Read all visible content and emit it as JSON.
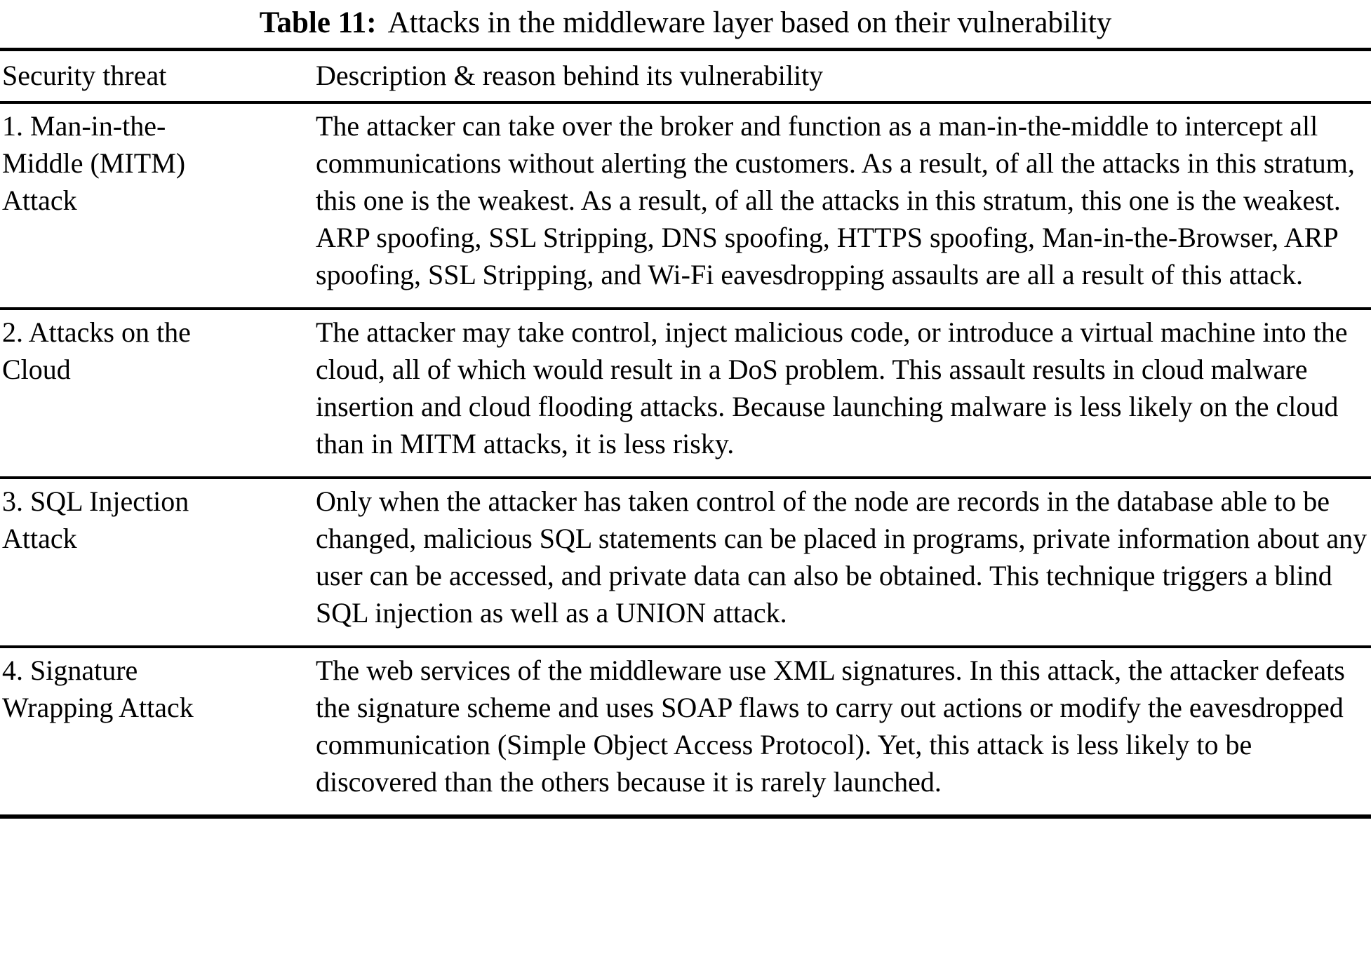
{
  "caption": {
    "label": "Table 11:",
    "text": "Attacks in the middleware layer based on their vulnerability"
  },
  "table": {
    "headers": {
      "threat": "Security threat",
      "description": "Description & reason behind its vulnerability"
    },
    "rows": [
      {
        "threat": "1. Man-in-the-\nMiddle (MITM)\nAttack",
        "description": "The attacker can take over the broker and function as a man-in-the-middle to intercept all communications without alerting the customers. As a result, of all the attacks in this stratum, this one is the weakest. As a result, of all the attacks in this stratum, this one is the weakest. ARP spoofing, SSL Stripping, DNS spoofing, HTTPS spoofing, Man-in-the-Browser, ARP spoofing, SSL Stripping, and Wi-Fi eavesdropping assaults are all a result of this attack."
      },
      {
        "threat": "2. Attacks on the\nCloud",
        "description": "The attacker may take control, inject malicious code, or introduce a virtual machine into the cloud, all of which would result in a DoS problem. This assault results in cloud malware insertion and cloud flooding attacks. Because launching malware is less likely on the cloud than in MITM attacks, it is less risky."
      },
      {
        "threat": "3. SQL Injection\nAttack",
        "description": "Only when the attacker has taken control of the node are records in the database able to be changed, malicious SQL statements can be placed in programs, private information about any user can be accessed, and private data can also be obtained. This technique triggers a blind SQL injection as well as a UNION attack."
      },
      {
        "threat": "4. Signature\nWrapping Attack",
        "description": "The web services of the middleware use XML signatures. In this attack, the attacker defeats the signature scheme and uses SOAP flaws to carry out actions or modify the eavesdropped communication (Simple Object Access Protocol). Yet, this attack is less likely to be discovered than the others because it is rarely launched."
      }
    ]
  }
}
